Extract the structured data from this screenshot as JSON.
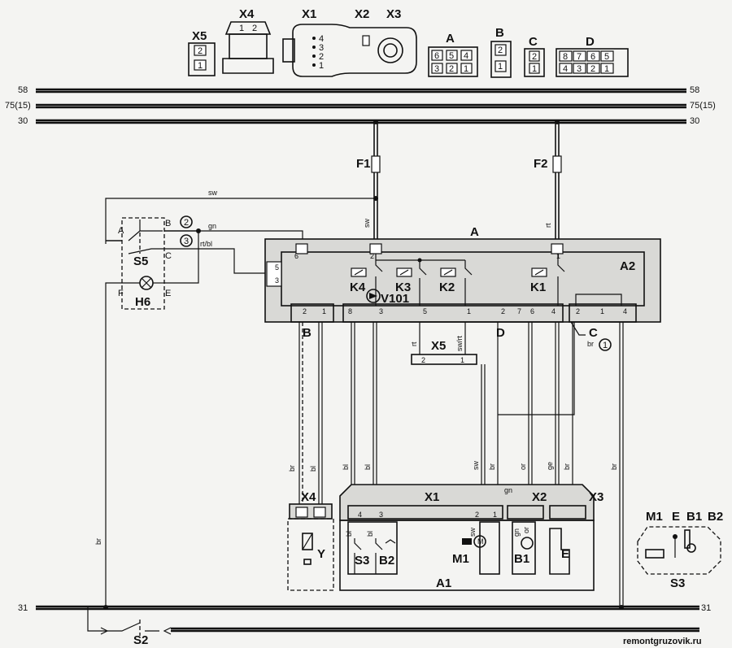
{
  "connectors": {
    "x5": {
      "name": "X5",
      "pins": [
        "2",
        "1"
      ]
    },
    "x4": {
      "name": "X4",
      "pins": [
        "1",
        "2"
      ]
    },
    "x1": {
      "name": "X1",
      "pins": [
        "4",
        "3",
        "2",
        "1"
      ]
    },
    "x2": {
      "name": "X2"
    },
    "x3": {
      "name": "X3"
    },
    "a": {
      "name": "A",
      "pins": [
        "6",
        "5",
        "4",
        "3",
        "2",
        "1"
      ]
    },
    "b": {
      "name": "B",
      "pins": [
        "2",
        "1"
      ]
    },
    "c": {
      "name": "C",
      "pins": [
        "2",
        "1"
      ]
    },
    "d": {
      "name": "D",
      "pins": [
        "8",
        "7",
        "6",
        "5",
        "4",
        "3",
        "2",
        "1"
      ]
    }
  },
  "rails": {
    "r58_left": "58",
    "r58_right": "58",
    "r75_left": "75(15)",
    "r75_right": "75(15)",
    "r30_left": "30",
    "r30_right": "30",
    "r31_left": "31",
    "r31_right": "31"
  },
  "fuses": {
    "f1": "F1",
    "f2": "F2"
  },
  "modules": {
    "a2": "A2",
    "a1": "A1",
    "a_label": "A",
    "b_label": "B",
    "c_label": "C",
    "d_label": "D",
    "x5_label": "X5",
    "x4_label": "X4",
    "x1_label": "X1",
    "x2_label": "X2",
    "x3_label": "X3"
  },
  "relays": {
    "k4": "K4",
    "k3": "K3",
    "k2": "K2",
    "k1": "K1",
    "v101": "V101"
  },
  "components": {
    "s5": "S5",
    "h6": "H6",
    "y": "Y",
    "s3": "S3",
    "b2": "B2",
    "m1": "M1",
    "b1": "B1",
    "e": "E",
    "s2": "S2"
  },
  "switch_pins": {
    "a": "A",
    "b": "B",
    "c": "C",
    "f": "F",
    "e": "E"
  },
  "callouts": {
    "c1": "1",
    "c2": "2",
    "c3": "3"
  },
  "wire_colors": {
    "sw": "sw",
    "gn": "gn",
    "rtbl": "rt/bl",
    "rt": "rt",
    "br": "br",
    "bl": "bl",
    "or": "or",
    "ge": "ge",
    "swrt": "sw/rt"
  },
  "pin_numbers": {
    "p6": "6",
    "p2": "2",
    "p1": "1",
    "p5": "5",
    "p3": "3",
    "p8": "8",
    "p4": "4",
    "p7": "7"
  },
  "inset": {
    "m1": "M1",
    "e": "E",
    "b1": "B1",
    "b2": "B2",
    "s3": "S3"
  },
  "watermark": "remontgruzovik.ru"
}
